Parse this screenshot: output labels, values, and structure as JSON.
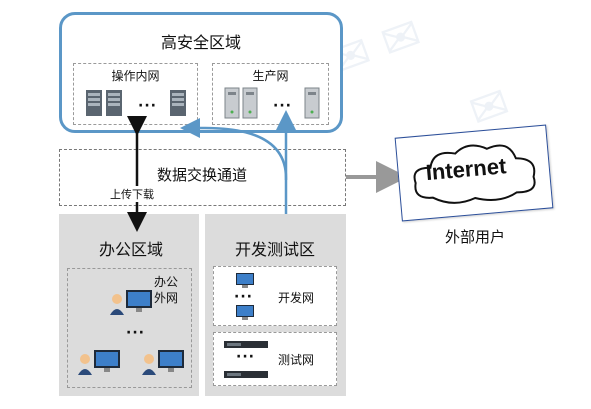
{
  "high_security": {
    "title": "高安全区域",
    "ops_net": {
      "label": "操作内网",
      "dots": "···"
    },
    "prod_net": {
      "label": "生产网",
      "dots": "···"
    }
  },
  "exchange": {
    "label": "数据交换通道"
  },
  "arrow_label": "上传下载",
  "office": {
    "title": "办公区域",
    "external_label_line1": "办公",
    "external_label_line2": "外网",
    "dots": "···"
  },
  "devtest": {
    "title": "开发测试区",
    "dev_net": {
      "label": "开发网",
      "dots": "···"
    },
    "test_net": {
      "label": "测试网",
      "dots": "···"
    }
  },
  "internet": {
    "label": "Internet"
  },
  "external_users": {
    "label": "外部用户"
  },
  "colors": {
    "accent_blue": "#5b97c7",
    "zone_gray": "#dcdcdc",
    "internet_border": "#2c4f9a"
  }
}
